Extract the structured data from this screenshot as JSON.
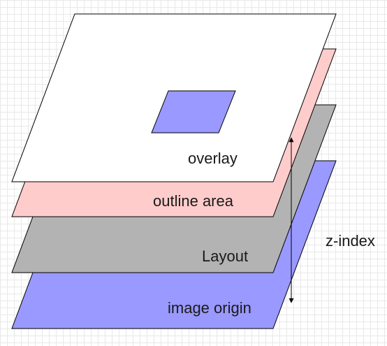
{
  "diagram": {
    "layers": [
      {
        "id": "image-origin",
        "label": "image origin",
        "fill": "#9999ff"
      },
      {
        "id": "layout",
        "label": "Layout",
        "fill": "#b3b3b3"
      },
      {
        "id": "outline-area",
        "label": "outline area",
        "fill": "#ffcccc"
      },
      {
        "id": "overlay",
        "label": "overlay",
        "fill": "#ffffff"
      }
    ],
    "overlay_inner_fill": "#9999ff",
    "axis_label": "z-index",
    "stroke_color": "#000000"
  }
}
